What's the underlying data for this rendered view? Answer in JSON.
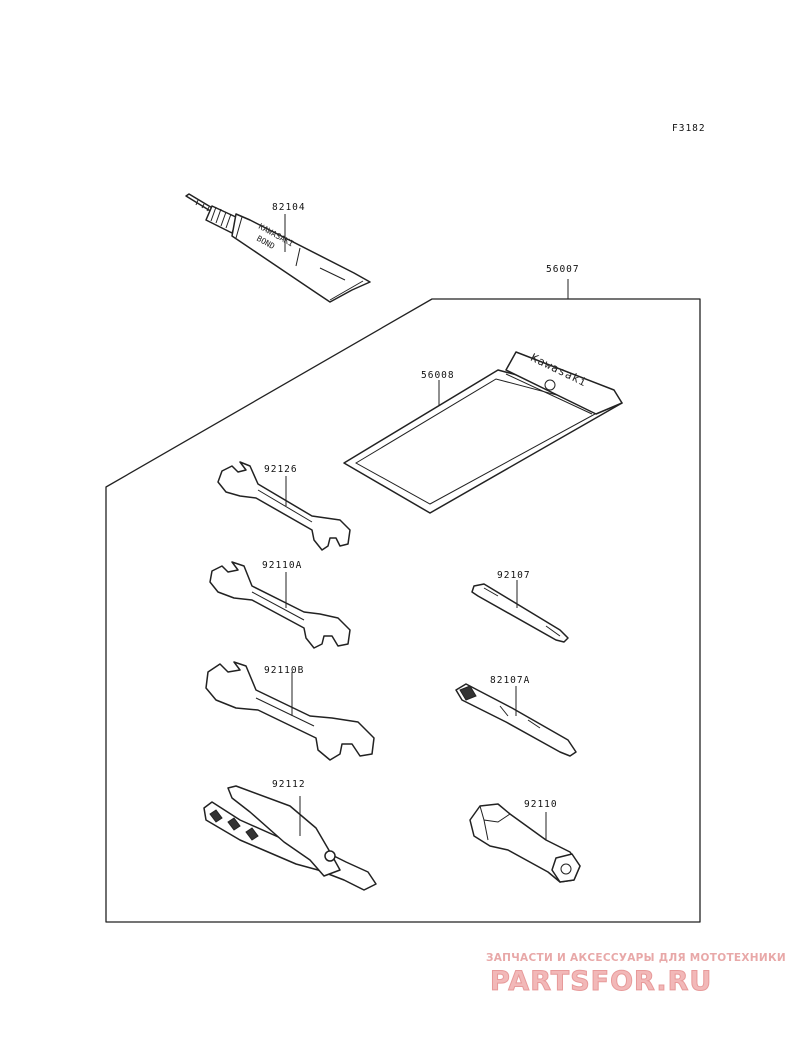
{
  "figure_code": "F3182",
  "parts": [
    {
      "id": "tube",
      "number": "82104",
      "print": [
        "KAWASAKI",
        "BOND"
      ]
    },
    {
      "id": "kit",
      "number": "56007"
    },
    {
      "id": "bag",
      "number": "56008",
      "print": "Kawasaki"
    },
    {
      "id": "wrench-a",
      "number": "92126"
    },
    {
      "id": "wrench-b",
      "number": "92110A"
    },
    {
      "id": "wrench-c",
      "number": "92110B"
    },
    {
      "id": "pliers",
      "number": "92112"
    },
    {
      "id": "screwdriver",
      "number": "92107"
    },
    {
      "id": "screwdriver-grip",
      "number": "82107A"
    },
    {
      "id": "plug-wrench",
      "number": "92110"
    }
  ],
  "watermark": {
    "tagline": "ЗАПЧАСТИ И АКСЕССУАРЫ ДЛЯ МОТОТЕХНИКИ",
    "logo": "PARTSFOR.RU",
    "color": "#e8a8a8",
    "logo_color": "#f2b8b8"
  }
}
